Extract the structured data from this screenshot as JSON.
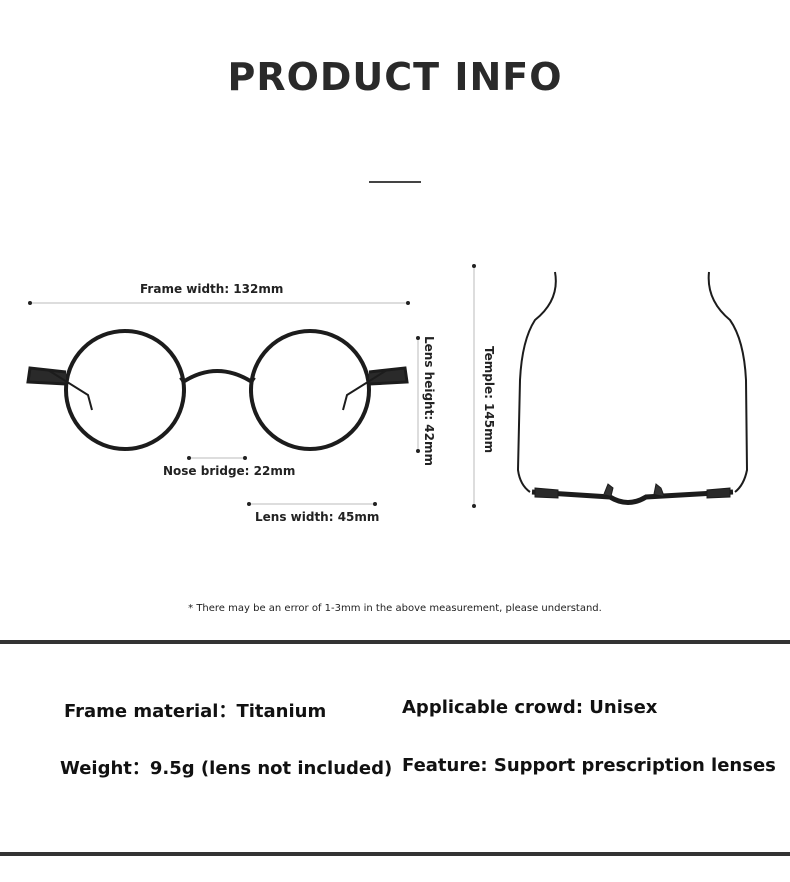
{
  "header": {
    "title": "PRODUCT INFO"
  },
  "measurements": {
    "frame_width": "Frame width: 132mm",
    "lens_height": "Lens height: 42mm",
    "nose_bridge": "Nose bridge: 22mm",
    "lens_width": "Lens width: 45mm",
    "temple": "Temple: 145mm"
  },
  "note": "* There may be an error of 1-3mm in the above measurement, please understand.",
  "specs": {
    "frame_material": "Frame material：Titanium",
    "applicable_crowd": "Applicable crowd: Unisex",
    "weight": "Weight：9.5g (lens not included)",
    "feature": "Feature: Support prescription lenses"
  }
}
